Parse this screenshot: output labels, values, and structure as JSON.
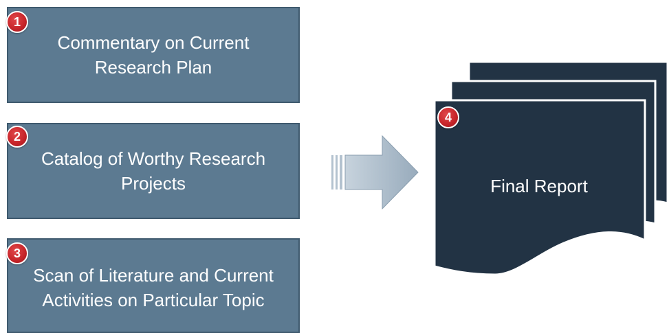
{
  "steps": [
    {
      "number": "1",
      "text": "Commentary on Current Research Plan"
    },
    {
      "number": "2",
      "text": "Catalog of Worthy Research Projects"
    },
    {
      "number": "3",
      "text": "Scan of Literature and Current Activities on Particular Topic"
    }
  ],
  "report": {
    "number": "4",
    "label": "Final Report"
  },
  "colors": {
    "box_fill": "#5c7a91",
    "box_border": "#3f5a6e",
    "badge": "#c8262b",
    "document": "#223344",
    "arrow": "#a7b8c7"
  }
}
